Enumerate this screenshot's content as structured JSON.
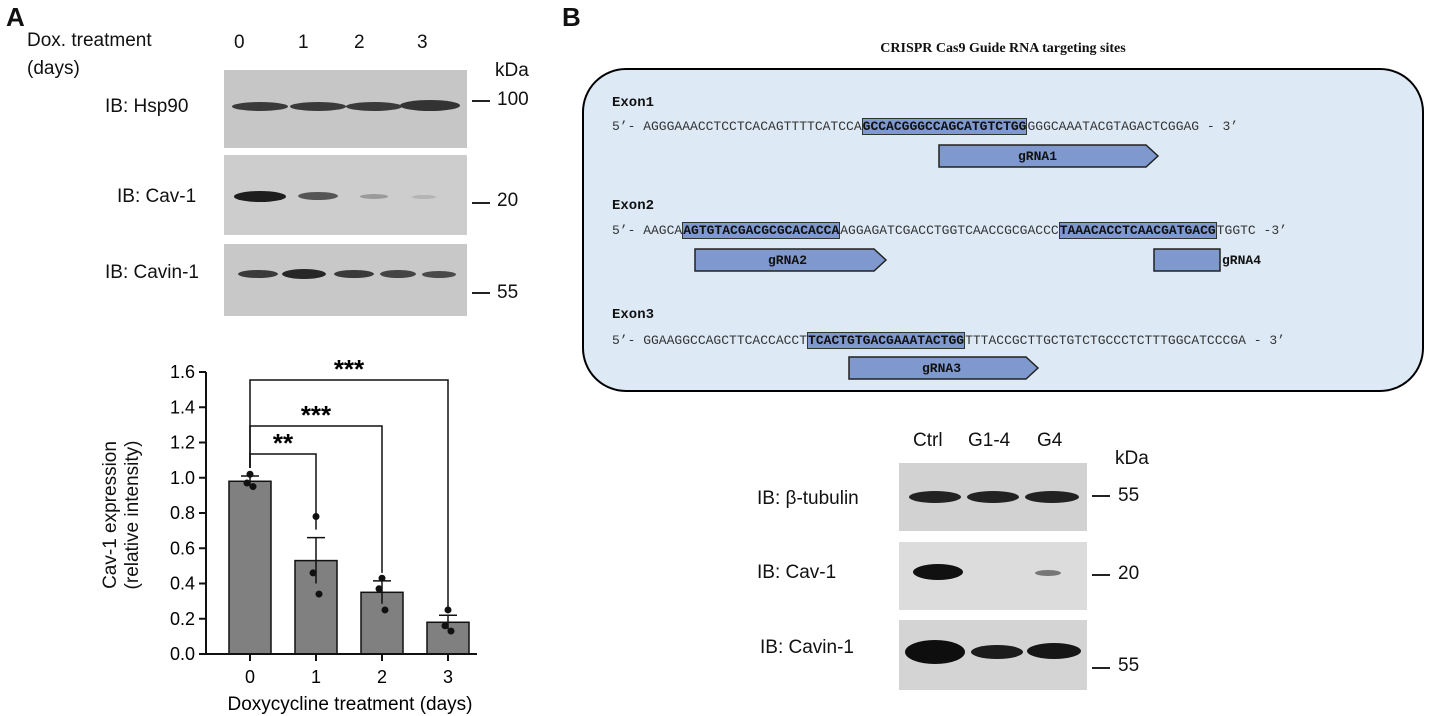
{
  "panelA": {
    "letter": "A",
    "dox_label_1": "Dox. treatment",
    "dox_label_2": "(days)",
    "lanes": [
      "0",
      "1",
      "2",
      "3"
    ],
    "kda": "kDa",
    "blots": [
      {
        "label": "IB: Hsp90",
        "marker": "100"
      },
      {
        "label": "IB: Cav-1",
        "marker": "20"
      },
      {
        "label": "IB: Cavin-1",
        "marker": "55"
      }
    ]
  },
  "panelB": {
    "letter": "B",
    "crispr_title": "CRISPR Cas9 Guide RNA targeting sites",
    "exons": [
      {
        "name": "Exon1",
        "segments": [
          {
            "text": "5’- AGGGAAACCTCCTCACAGTTTTCATCCA",
            "hl": false
          },
          {
            "text": "GCCACGGGCCAGCATGTCTGG",
            "hl": true
          },
          {
            "text": "GGGCAAATACGTAGACTCGGAG - 3’",
            "hl": false
          }
        ],
        "guides": [
          "gRNA1"
        ]
      },
      {
        "name": "Exon2",
        "segments": [
          {
            "text": "5’- AAGCA",
            "hl": false
          },
          {
            "text": "AGTGTACGACGCGCACACCA",
            "hl": true
          },
          {
            "text": "AGGAGATCGACCTGGTCAACCGCGACCC",
            "hl": false
          },
          {
            "text": "TAAACACCTCAACGATGACG",
            "hl": true
          },
          {
            "text": "TGGTC -3’",
            "hl": false
          }
        ],
        "guides": [
          "gRNA2",
          "gRNA4"
        ]
      },
      {
        "name": "Exon3",
        "segments": [
          {
            "text": "5’- GGAAGGCCAGCTTCACCACCT",
            "hl": false
          },
          {
            "text": "TCACTGTGACGAAATACTGG",
            "hl": true
          },
          {
            "text": "TTTACCGCTTGCTGTCTGCCCTCTTTGGCATCCCGA - 3’",
            "hl": false
          }
        ],
        "guides": [
          "gRNA3"
        ]
      }
    ],
    "lanes": [
      "Ctrl",
      "G1-4",
      "G4"
    ],
    "kda": "kDa",
    "blots": [
      {
        "label": "IB: β-tubulin",
        "marker": "55"
      },
      {
        "label": "IB: Cav-1",
        "marker": "20"
      },
      {
        "label": "IB: Cavin-1",
        "marker": "55"
      }
    ]
  },
  "chart_data": {
    "type": "bar",
    "categories": [
      "0",
      "1",
      "2",
      "3"
    ],
    "values": [
      0.98,
      0.53,
      0.35,
      0.18
    ],
    "errors": [
      0.03,
      0.13,
      0.065,
      0.04
    ],
    "points": [
      [
        1.02,
        0.97,
        0.95
      ],
      [
        0.78,
        0.46,
        0.34
      ],
      [
        0.43,
        0.37,
        0.25
      ],
      [
        0.25,
        0.16,
        0.13
      ]
    ],
    "xlabel": "Doxycycline treatment (days)",
    "ylabel_1": "Cav-1 expression",
    "ylabel_2": "(relative intensity)",
    "ylim": [
      0,
      1.6
    ],
    "yticks": [
      "0.0",
      "0.2",
      "0.4",
      "0.6",
      "0.8",
      "1.0",
      "1.2",
      "1.4",
      "1.6"
    ],
    "significance": [
      {
        "from": "0",
        "to": "1",
        "label": "**"
      },
      {
        "from": "0",
        "to": "2",
        "label": "***"
      },
      {
        "from": "0",
        "to": "3",
        "label": "***"
      }
    ],
    "bar_color": "#808080"
  }
}
